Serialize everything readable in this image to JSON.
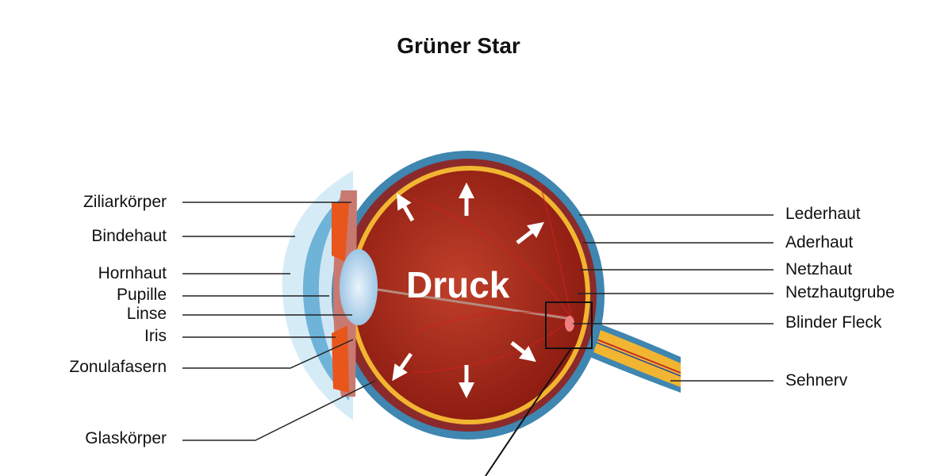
{
  "title": "Grüner Star",
  "center_label": "Druck",
  "labels_left": [
    "Ziliarkörper",
    "Bindehaut",
    "Hornhaut",
    "Pupille",
    "Linse",
    "Iris",
    "Zonulafasern",
    "Glaskörper"
  ],
  "labels_right": [
    "Lederhaut",
    "Aderhaut",
    "Netzhaut",
    "Netzhautgrube",
    "Blinder Fleck",
    "Sehnerv"
  ],
  "colors": {
    "sclera": "#3f86b0",
    "choroid": "#8b2a2a",
    "retina": "#f2b531",
    "vitreous": "#9e1c10",
    "cornea": "#bfe1f2",
    "iris": "#e8561c"
  }
}
